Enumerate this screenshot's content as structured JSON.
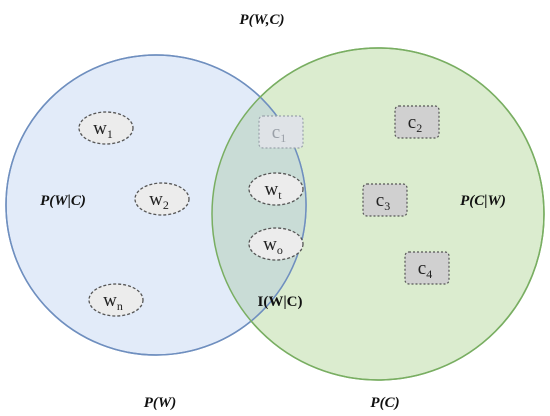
{
  "title": "P(W,C)",
  "colors": {
    "left_fill": "#dfe9f8",
    "left_stroke": "#6f8fbf",
    "right_fill": "#dbeccf",
    "right_stroke": "#79ae62",
    "overlap_fill": "#c9dcd6",
    "word_fill": "#ececec",
    "class_fill_dark": "#d0d0d0",
    "class_fill_light": "#dfe3e7"
  },
  "labels": {
    "p_w": "P(W)",
    "p_c": "P(C)",
    "p_w_given_c": "P(W|C)",
    "p_c_given_w": "P(C|W)",
    "mutual_info": "I(W|C)"
  },
  "nodes": {
    "w1": {
      "base": "w",
      "sub": "1"
    },
    "w2": {
      "base": "w",
      "sub": "2"
    },
    "wt": {
      "base": "w",
      "sub": "t"
    },
    "wo": {
      "base": "w",
      "sub": "o"
    },
    "wn": {
      "base": "w",
      "sub": "n"
    },
    "c1": {
      "base": "c",
      "sub": "1"
    },
    "c2": {
      "base": "c",
      "sub": "2"
    },
    "c3": {
      "base": "c",
      "sub": "3"
    },
    "c4": {
      "base": "c",
      "sub": "4"
    }
  }
}
